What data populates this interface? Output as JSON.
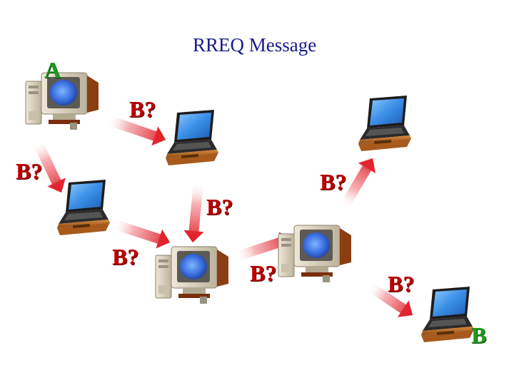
{
  "title": "RREQ Message",
  "labels": {
    "source": "A",
    "destination": "B",
    "query": "B?"
  },
  "colors": {
    "title": "#1a1a8c",
    "query_label": "#c00000",
    "node_label": "#1e9a1e",
    "arrow": "#e0202a",
    "screen": "#3a8ee6"
  },
  "nodes": [
    {
      "id": "A",
      "icon": "desktop-computer-icon"
    },
    {
      "id": "n1",
      "icon": "laptop-icon"
    },
    {
      "id": "n2",
      "icon": "laptop-icon"
    },
    {
      "id": "n3",
      "icon": "laptop-icon"
    },
    {
      "id": "n4",
      "icon": "desktop-computer-icon"
    },
    {
      "id": "n5",
      "icon": "desktop-computer-icon"
    },
    {
      "id": "B",
      "icon": "laptop-icon"
    }
  ],
  "edges": [
    {
      "from": "A",
      "to": "n1",
      "label": "B?"
    },
    {
      "from": "A",
      "to": "n3",
      "label": "B?"
    },
    {
      "from": "n1",
      "to": "n4",
      "label": "B?"
    },
    {
      "from": "n3",
      "to": "n4",
      "label": "B?"
    },
    {
      "from": "n4",
      "to": "n5",
      "label": "B?"
    },
    {
      "from": "n5",
      "to": "n2",
      "label": "B?"
    },
    {
      "from": "n5",
      "to": "B",
      "label": "B?"
    }
  ]
}
